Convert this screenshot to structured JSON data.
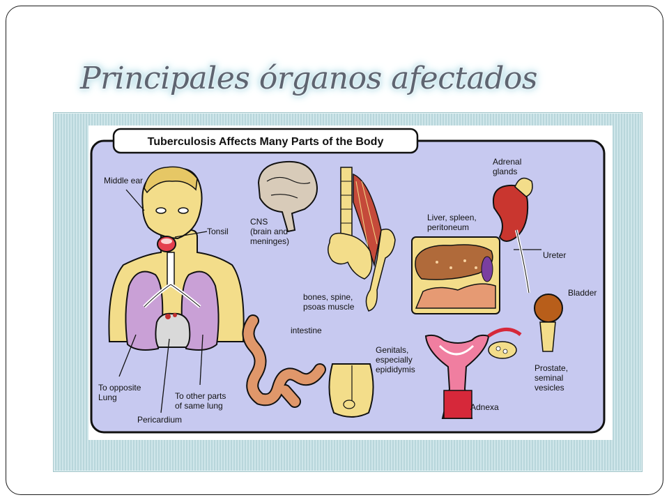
{
  "slide": {
    "title": "Principales órganos afectados"
  },
  "diagram": {
    "banner": "Tuberculosis Affects Many Parts of the Body",
    "labels": {
      "middle_ear": "Middle ear",
      "tonsil": "Tonsil",
      "cns": [
        "CNS",
        "(brain and",
        "meninges)"
      ],
      "bones": [
        "bones, spine,",
        "psoas muscle"
      ],
      "liver": [
        "Liver, spleen,",
        "peritoneum"
      ],
      "adrenal": [
        "Adrenal",
        "glands"
      ],
      "ureter": "Ureter",
      "bladder": "Bladder",
      "intestine": "intestine",
      "genitals": [
        "Genitals,",
        "especially",
        "epididymis"
      ],
      "prostate": [
        "Prostate,",
        "seminal",
        "vesicles"
      ],
      "adnexa": "Adnexa",
      "opposite_lung": [
        "To opposite",
        "Lung"
      ],
      "other_parts": [
        "To other parts",
        "of same lung"
      ],
      "pericardium": "Pericardium"
    }
  },
  "colors": {
    "panel": "#c7c9f0",
    "skin": "#f3dd8a",
    "lung": "#c9a0d6",
    "frame_stripe": "#cfe6ea"
  }
}
